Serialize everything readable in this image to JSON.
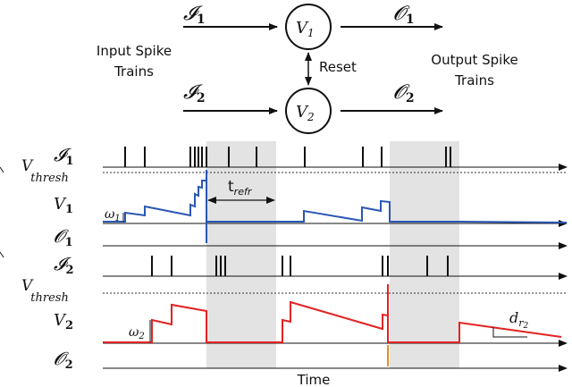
{
  "network": {
    "input_1": "𝓘",
    "input_1_sub": "1",
    "input_2": "𝓘",
    "input_2_sub": "2",
    "output_1": "𝓞",
    "output_1_sub": "1",
    "output_2": "𝓞",
    "output_2_sub": "2",
    "neuron_1": "V",
    "neuron_1_sub": "1",
    "neuron_2": "V",
    "neuron_2_sub": "2",
    "reset_label": "Reset",
    "input_caption_line1": "Input Spike",
    "input_caption_line2": "Trains",
    "output_caption_line1": "Output Spike",
    "output_caption_line2": "Trains"
  },
  "timing": {
    "row_I1": "𝓘",
    "row_I1_sub": "1",
    "row_vthresh_1": "V",
    "row_vthresh_1_sub": "thresh",
    "row_V1": "V",
    "row_V1_sub": "1",
    "row_O1": "𝓞",
    "row_O1_sub": "1",
    "row_I2": "𝓘",
    "row_I2_sub": "2",
    "row_vthresh_2": "V",
    "row_vthresh_2_sub": "thresh",
    "row_V2": "V",
    "row_V2_sub": "2",
    "row_O2": "𝓞",
    "row_O2_sub": "2",
    "omega_1": "ω",
    "omega_1_sub": "1",
    "omega_2": "ω",
    "omega_2_sub": "2",
    "t_refr": "t",
    "t_refr_sub": "refr",
    "decay": "d",
    "decay_sub": "r",
    "decay_sub2": "2",
    "x_axis": "Time"
  },
  "colors": {
    "v1_trace": "#2b57b5",
    "v2_trace": "#e32222",
    "o2_spike": "#f08a1c",
    "refractory_shade": "#e3e3e3",
    "ink": "#111111"
  }
}
